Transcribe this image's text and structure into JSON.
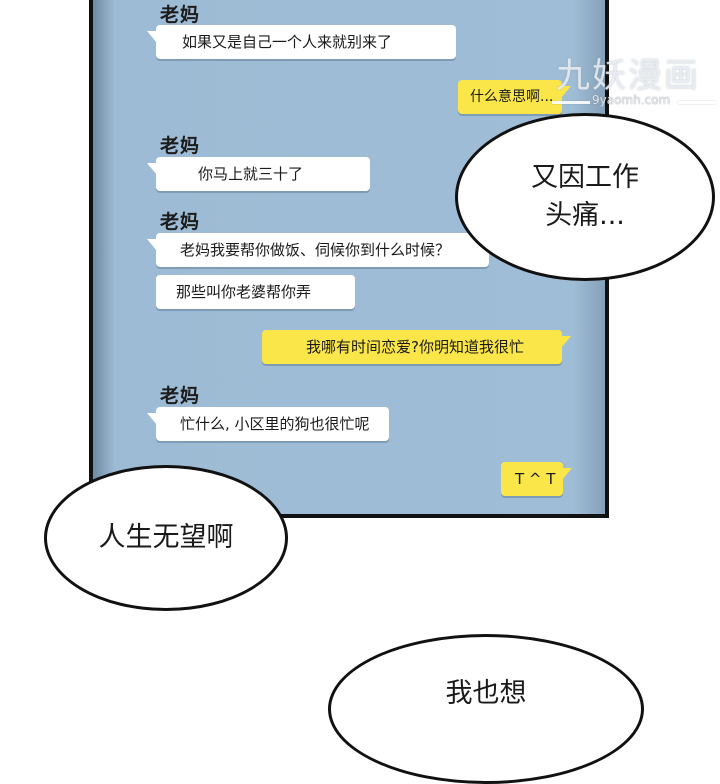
{
  "chat": {
    "sender_name": "老妈",
    "messages": [
      {
        "from": "mom",
        "show_name": true,
        "text": "如果又是自己一个人来就别来了"
      },
      {
        "from": "me",
        "text": "什么意思啊..."
      },
      {
        "from": "mom",
        "show_name": true,
        "text": "你马上就三十了"
      },
      {
        "from": "mom",
        "show_name": true,
        "text": "老妈我要帮你做饭、伺候你到什么时候？"
      },
      {
        "from": "mom",
        "show_name": false,
        "text": "那些叫你老婆帮你弄"
      },
      {
        "from": "me",
        "text": "我哪有时间恋爱?你明知道我很忙"
      },
      {
        "from": "mom",
        "show_name": true,
        "text": "忙什么, 小区里的狗也很忙呢"
      },
      {
        "from": "me",
        "text": "T ^ T"
      }
    ]
  },
  "speech_bubbles": [
    {
      "text": "又因工作\n头痛..."
    },
    {
      "text": "人生无望啊"
    },
    {
      "text": "我也想"
    }
  ],
  "watermark": {
    "title": "九妖漫画",
    "url": "9yaomh.com"
  },
  "colors": {
    "chat_background": "#9fbdd6",
    "outgoing_bubble": "#fbe64a",
    "incoming_bubble": "#ffffff",
    "border": "#111111"
  }
}
